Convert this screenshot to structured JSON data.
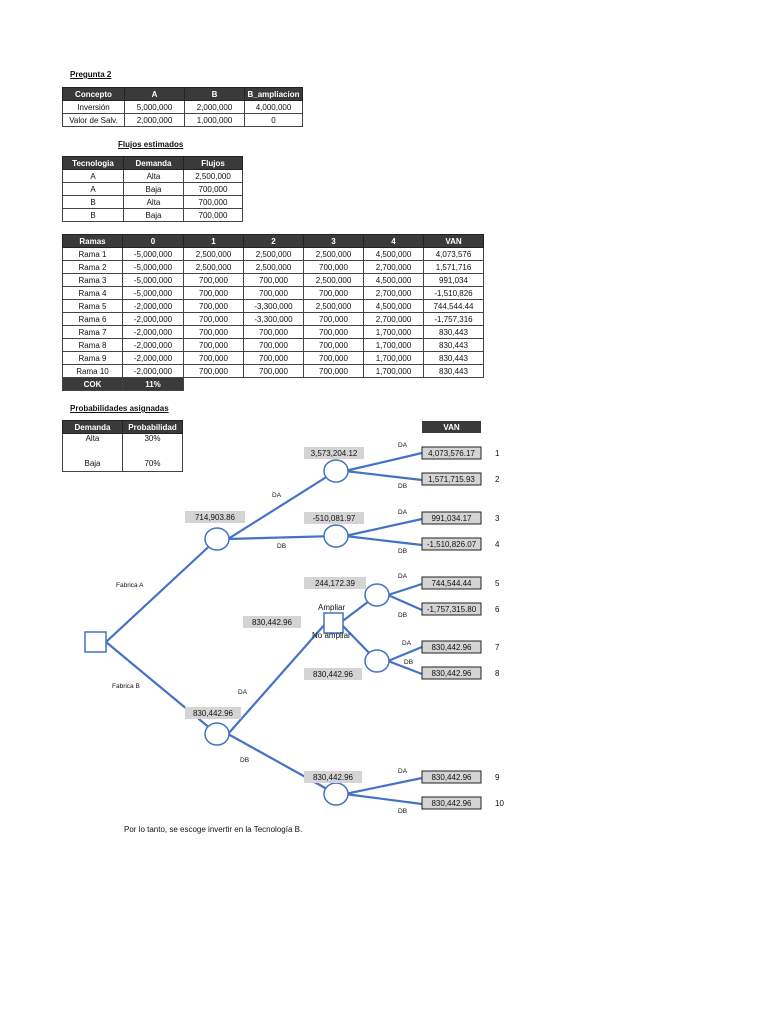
{
  "pregunta": {
    "title": "Pregunta 2",
    "headers": [
      "Concepto",
      "A",
      "B",
      "B_ampliacion"
    ],
    "rows": [
      [
        "Inversión",
        "5,000,000",
        "2,000,000",
        "4,000,000"
      ],
      [
        "Valor de Salv.",
        "2,000,000",
        "1,000,000",
        "0"
      ]
    ]
  },
  "flujos": {
    "title": "Flujos estimados",
    "headers": [
      "Tecnologia",
      "Demanda",
      "Flujos"
    ],
    "rows": [
      [
        "A",
        "Alta",
        "2,500,000"
      ],
      [
        "A",
        "Baja",
        "700,000"
      ],
      [
        "B",
        "Alta",
        "700,000"
      ],
      [
        "B",
        "Baja",
        "700,000"
      ]
    ]
  },
  "ramas": {
    "headers": [
      "Ramas",
      "0",
      "1",
      "2",
      "3",
      "4",
      "VAN"
    ],
    "rows": [
      [
        "Rama 1",
        "-5,000,000",
        "2,500,000",
        "2,500,000",
        "2,500,000",
        "4,500,000",
        "4,073,576"
      ],
      [
        "Rama 2",
        "-5,000,000",
        "2,500,000",
        "2,500,000",
        "700,000",
        "2,700,000",
        "1,571,716"
      ],
      [
        "Rama 3",
        "-5,000,000",
        "700,000",
        "700,000",
        "2,500,000",
        "4,500,000",
        "991,034"
      ],
      [
        "Rama 4",
        "-5,000,000",
        "700,000",
        "700,000",
        "700,000",
        "2,700,000",
        "-1,510,826"
      ],
      [
        "Rama 5",
        "-2,000,000",
        "700,000",
        "-3,300,000",
        "2,500,000",
        "4,500,000",
        "744,544.44"
      ],
      [
        "Rama 6",
        "-2,000,000",
        "700,000",
        "-3,300,000",
        "700,000",
        "2,700,000",
        "-1,757,316"
      ],
      [
        "Rama 7",
        "-2,000,000",
        "700,000",
        "700,000",
        "700,000",
        "1,700,000",
        "830,443"
      ],
      [
        "Rama 8",
        "-2,000,000",
        "700,000",
        "700,000",
        "700,000",
        "1,700,000",
        "830,443"
      ],
      [
        "Rama 9",
        "-2,000,000",
        "700,000",
        "700,000",
        "700,000",
        "1,700,000",
        "830,443"
      ],
      [
        "Rama 10",
        "-2,000,000",
        "700,000",
        "700,000",
        "700,000",
        "1,700,000",
        "830,443"
      ]
    ],
    "cok_label": "COK",
    "cok_value": "11%"
  },
  "probabilidades": {
    "title": "Probabilidades asignadas",
    "headers": [
      "Demanda",
      "Probabilidad"
    ],
    "rows": [
      [
        "Alta",
        "30%"
      ],
      [
        "Baja",
        "70%"
      ]
    ]
  },
  "tree": {
    "van_header": "VAN",
    "label_fabrica_a": "Fabrica A",
    "label_fabrica_b": "Fabrica B",
    "label_ampliar": "Ampliar",
    "label_no_ampliar": "No ampliar",
    "label_da": "DA",
    "label_db": "DB",
    "node_a": "714,903.86",
    "node_a_da": "3,573,204.12",
    "node_a_db": "-510,081.97",
    "node_b": "830,442.96",
    "node_decision": "830,442.96",
    "node_ampliar": "244,172.39",
    "node_no_ampliar": "830,442.96",
    "node_b_db": "830,442.96",
    "leaves": [
      {
        "value": "4,073,576.17",
        "num": "1"
      },
      {
        "value": "1,571,715.93",
        "num": "2"
      },
      {
        "value": "991,034.17",
        "num": "3"
      },
      {
        "value": "-1,510,826.07",
        "num": "4"
      },
      {
        "value": "744,544.44",
        "num": "5"
      },
      {
        "value": "-1,757,315.80",
        "num": "6"
      },
      {
        "value": "830,442.96",
        "num": "7"
      },
      {
        "value": "830,442.96",
        "num": "8"
      },
      {
        "value": "830,442.96",
        "num": "9"
      },
      {
        "value": "830,442.96",
        "num": "10"
      }
    ],
    "line_color": "#4472C4"
  },
  "conclusion": "Por lo tanto, se escoge invertir en la Tecnología B."
}
